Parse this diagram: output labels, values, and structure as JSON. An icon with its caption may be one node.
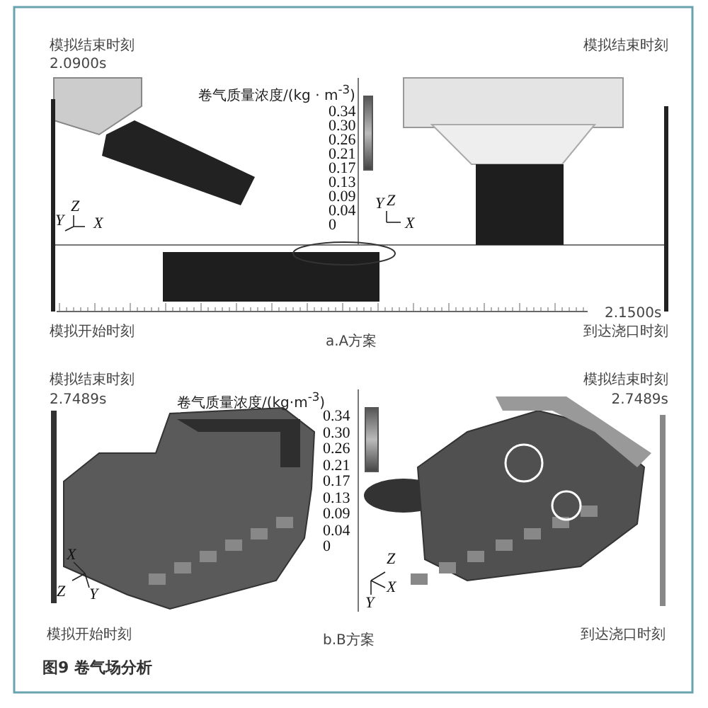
{
  "diagram": {
    "caption": "图9 卷气场分析",
    "labels": [
      "模拟结束时刻",
      "2.0900s",
      "模拟结束时刻",
      "卷气质量浓度/(kg · m$^{-3}$)",
      "0.34",
      "0.30",
      "0.26",
      "0.21",
      "0.17",
      "0.13",
      "0.09",
      "0.04",
      "0",
      "Y",
      "Z",
      "X",
      "Y",
      "Z",
      "X",
      "2.1500s",
      "模拟开始时刻",
      "到达浇口时刻",
      "a.A方案",
      "模拟结束时刻",
      "2.7489s",
      "模拟结束时刻",
      "2.7489s",
      "卷气质量浓度/(kg·m$^{-3}$)",
      "0.34",
      "0.30",
      "0.26",
      "0.21",
      "0.17",
      "0.13",
      "0.09",
      "0.04",
      "0",
      "X",
      "Z",
      "Y",
      "Z",
      "X",
      "Y",
      "模拟开始时刻",
      "b.B方案",
      "到达浇口时刻"
    ]
  }
}
